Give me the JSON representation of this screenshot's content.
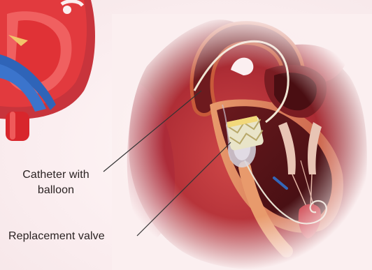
{
  "labels": {
    "catheter_line1": "Catheter with",
    "catheter_line2": "balloon",
    "replacement_valve": "Replacement valve"
  },
  "colors": {
    "background": "#fbeff0",
    "heart_muscle": "#b8323a",
    "heart_dark": "#5a1418",
    "aorta_red": "#d8262c",
    "vein_blue": "#2f64b8",
    "valve_stent": "#e9e4c8",
    "label_text": "#2a2222",
    "leader_line": "#333333"
  }
}
